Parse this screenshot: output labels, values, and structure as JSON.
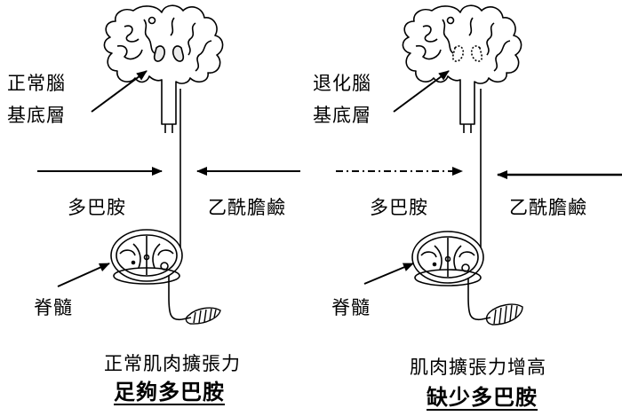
{
  "left": {
    "brain_label_line1": "正常腦",
    "brain_label_line2": "基底層",
    "dopamine": "多巴胺",
    "acetylcholine": "乙酰膽鹼",
    "spinal_cord": "脊髓",
    "caption": "正常肌肉擴張力",
    "title": "足夠多巴胺"
  },
  "right": {
    "brain_label_line1": "退化腦",
    "brain_label_line2": "基底層",
    "dopamine": "多巴胺",
    "acetylcholine": "乙酰膽鹼",
    "spinal_cord": "脊髓",
    "caption": "肌肉擴張力增高",
    "title": "缺少多巴胺"
  },
  "colors": {
    "ink": "#000000",
    "background": "#ffffff"
  }
}
